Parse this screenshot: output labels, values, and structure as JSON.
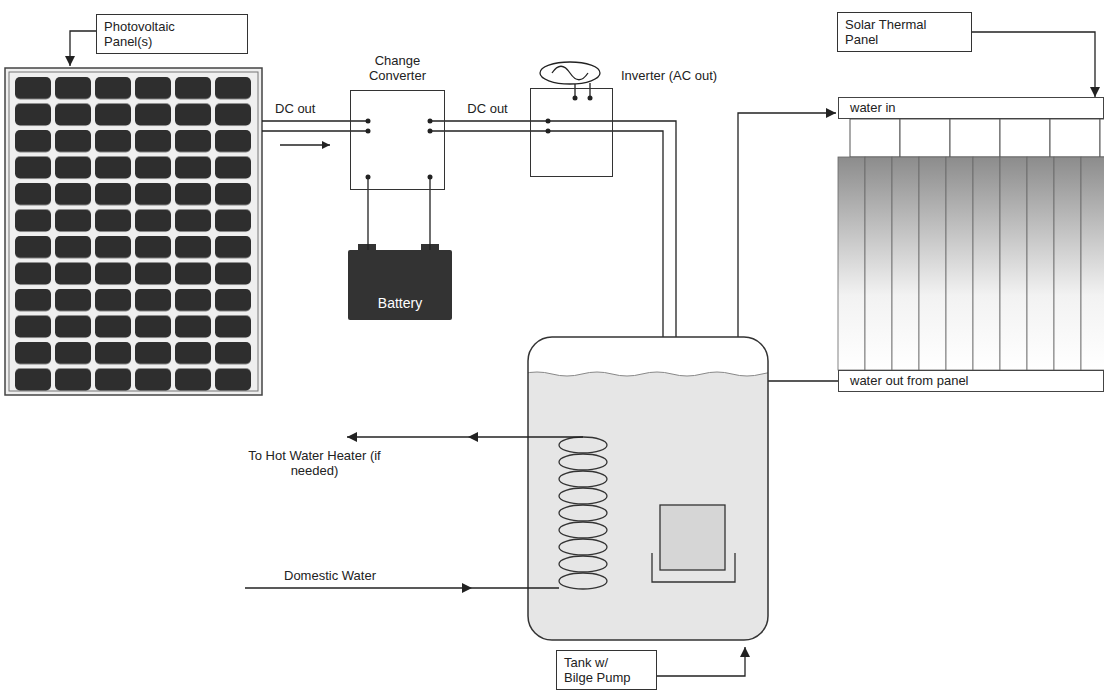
{
  "diagram": {
    "nodes": [
      {
        "text": [
          "Photovoltaic Panel(s)"
        ]
      },
      {
        "text": [
          "Change Converter"
        ]
      },
      {
        "text": [
          "Battery"
        ]
      },
      {
        "text": [
          "Inverter (AC out)"
        ]
      },
      {
        "text": [
          "Solar Thermal Panel"
        ]
      },
      {
        "text": [
          "water in",
          "water out from panel"
        ]
      },
      {
        "text": [
          "Tank w/ Bilge Pump"
        ]
      }
    ],
    "edges": [
      {
        "from": 1,
        "to": 2,
        "arrow": "none"
      },
      {
        "from": 1,
        "to": 3,
        "label": "DC out",
        "arrow": "none"
      },
      {
        "from": 4,
        "to": 5,
        "arrow": "to"
      }
    ],
    "labels": [
      "DC out",
      "To Hot Water Heater (if needed)",
      "Domestic Water"
    ]
  }
}
